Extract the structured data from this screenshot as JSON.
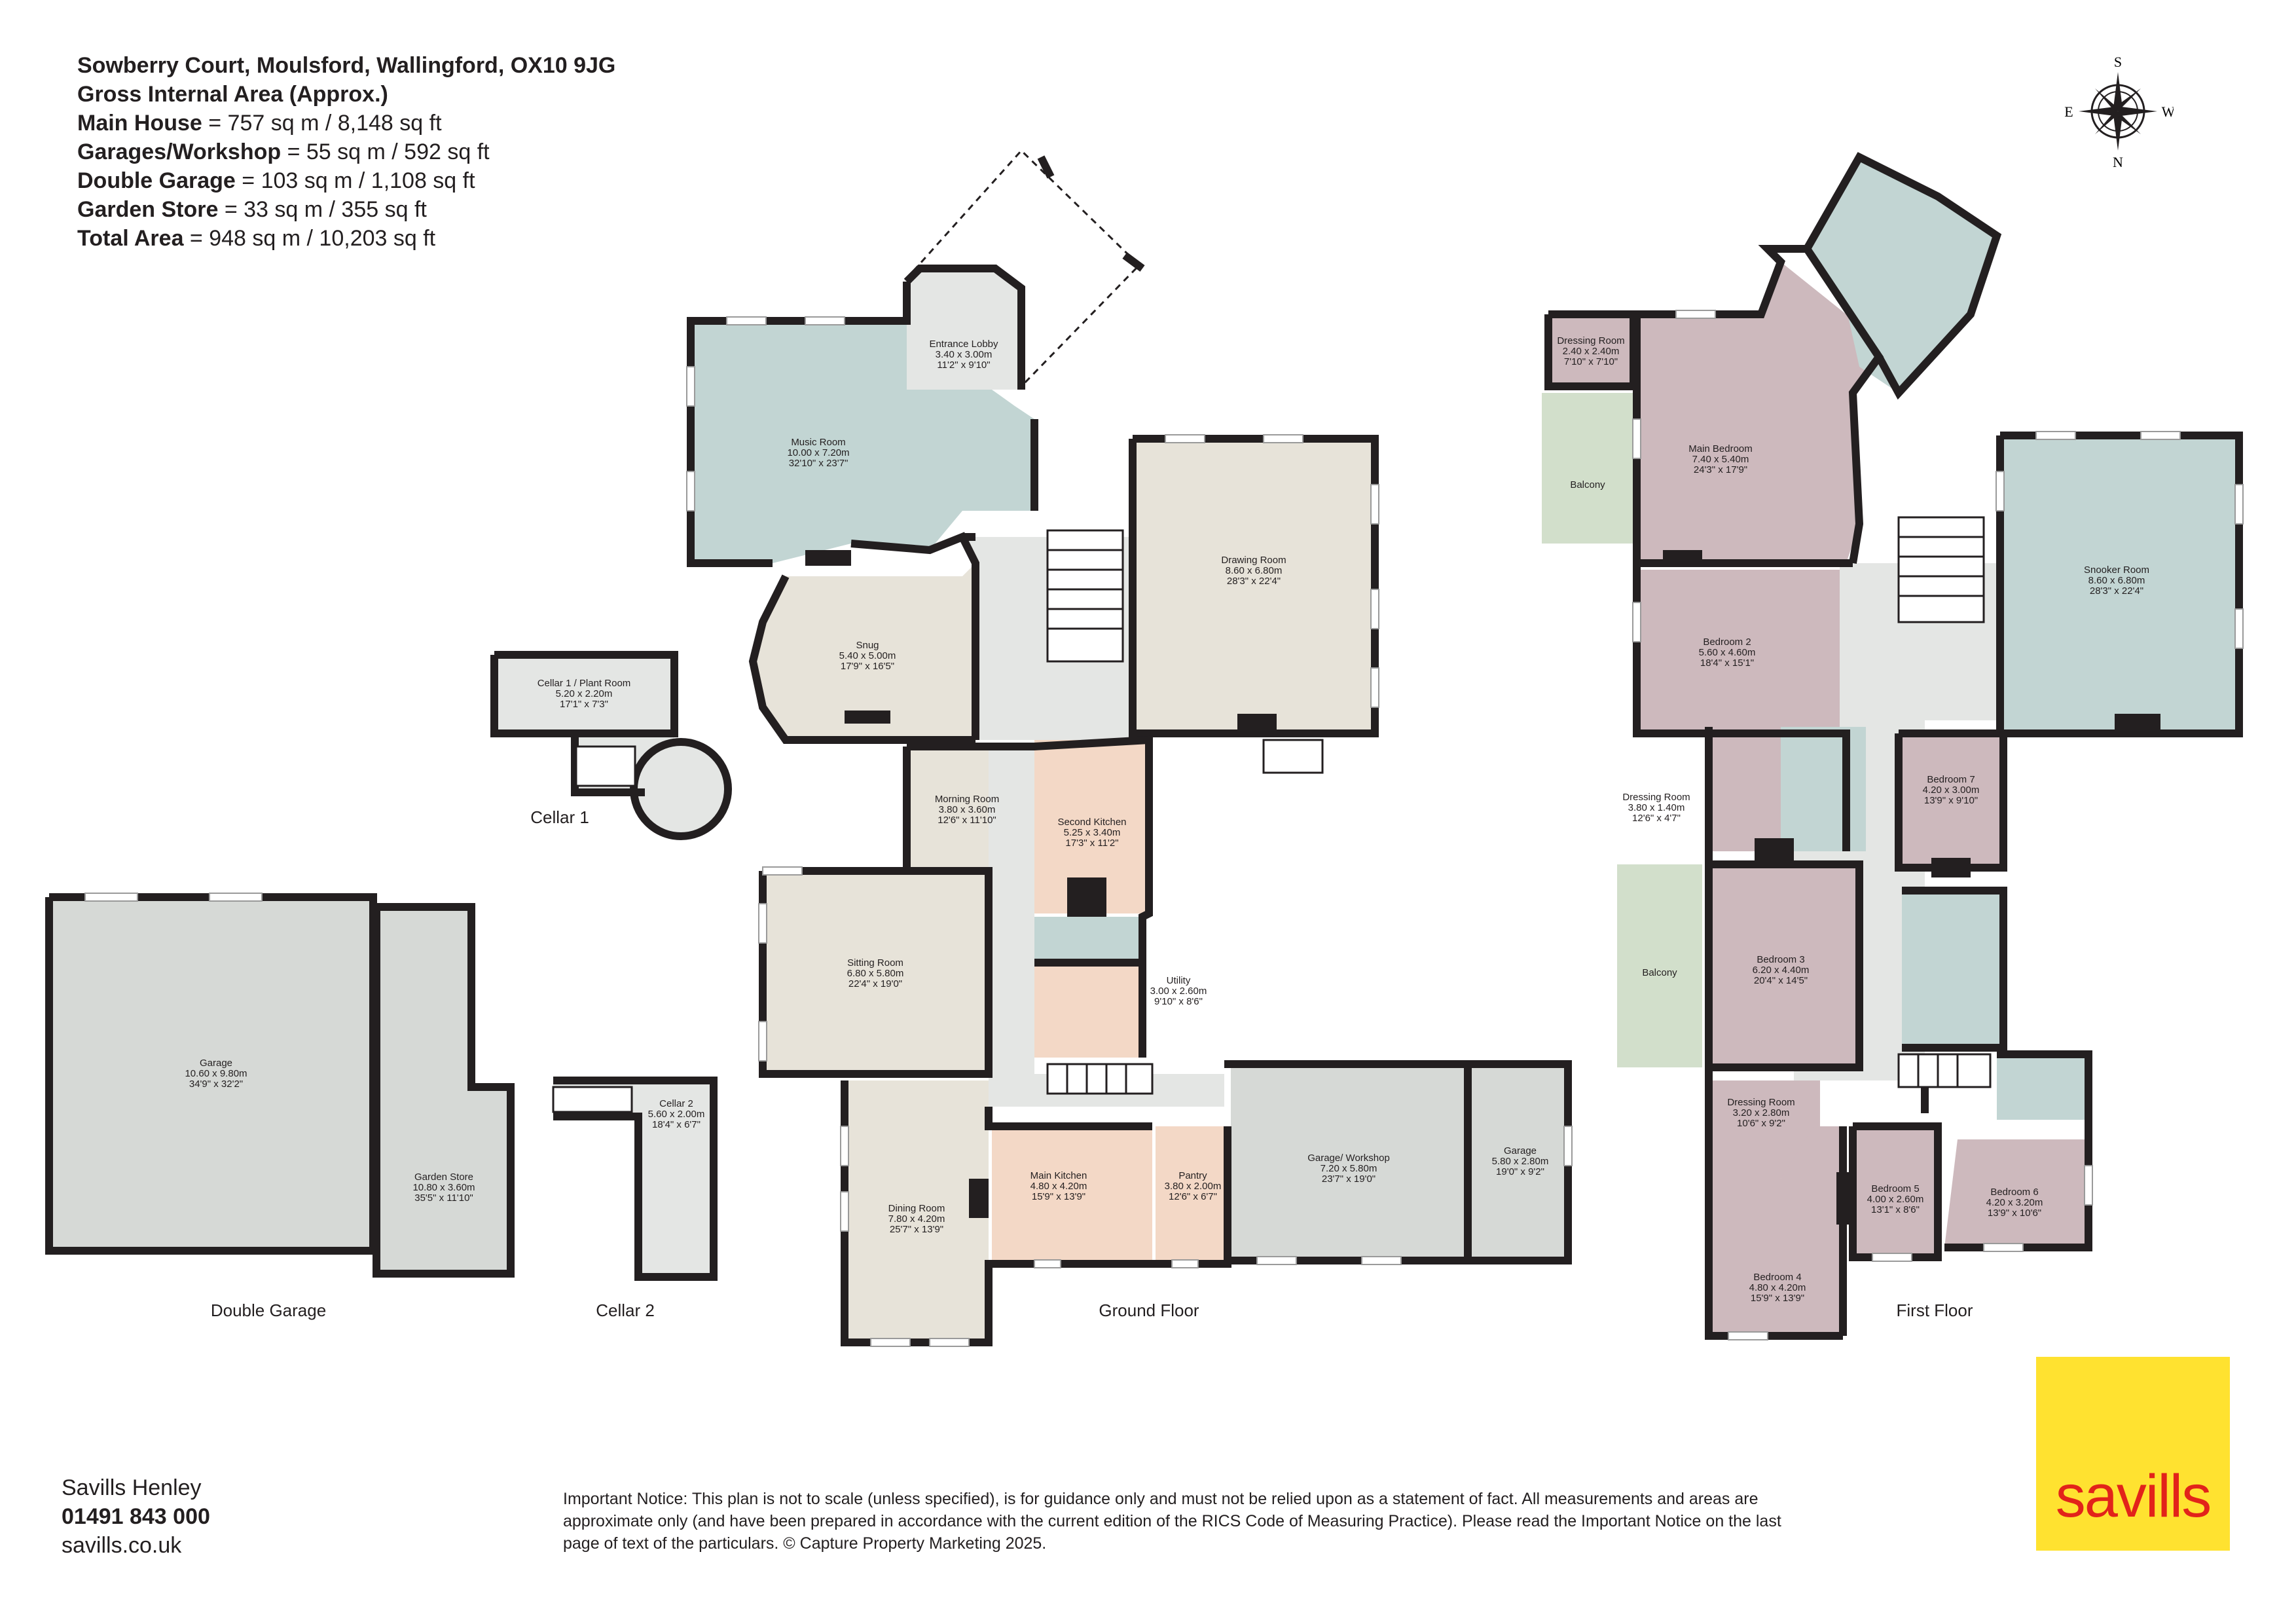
{
  "header": {
    "address": "Sowberry Court, Moulsford, Wallingford, OX10 9JG",
    "gia_title": "Gross Internal Area (Approx.)",
    "areas": [
      {
        "label": "Main House",
        "value": " = 757 sq m / 8,148 sq ft"
      },
      {
        "label": "Garages/Workshop",
        "value": " = 55 sq m / 592 sq ft"
      },
      {
        "label": "Double Garage",
        "value": " = 103 sq m / 1,108 sq ft"
      },
      {
        "label": "Garden Store",
        "value": " = 33 sq m / 355 sq ft"
      },
      {
        "label": "Total Area",
        "value": " = 948 sq m / 10,203 sq ft"
      }
    ]
  },
  "compass": {
    "n": "N",
    "s": "S",
    "e": "E",
    "w": "W"
  },
  "rooms": [
    {
      "name": "Entrance Lobby",
      "metric": "3.40 x 3.00m",
      "imperial": "11'2\" x 9'10\""
    },
    {
      "name": "Music Room",
      "metric": "10.00 x 7.20m",
      "imperial": "32'10\" x 23'7\""
    },
    {
      "name": "Drawing Room",
      "metric": "8.60 x 6.80m",
      "imperial": "28'3\" x 22'4\""
    },
    {
      "name": "Snug",
      "metric": "5.40 x 5.00m",
      "imperial": "17'9\" x 16'5\""
    },
    {
      "name": "Cellar 1 / Plant Room",
      "metric": "5.20 x 2.20m",
      "imperial": "17'1\" x 7'3\""
    },
    {
      "name": "Morning Room",
      "metric": "3.80 x 3.60m",
      "imperial": "12'6\" x 11'10\""
    },
    {
      "name": "Second Kitchen",
      "metric": "5.25 x 3.40m",
      "imperial": "17'3\" x 11'2\""
    },
    {
      "name": "Sitting Room",
      "metric": "6.80 x 5.80m",
      "imperial": "22'4\" x 19'0\""
    },
    {
      "name": "Utility",
      "metric": "3.00 x 2.60m",
      "imperial": "9'10\" x 8'6\""
    },
    {
      "name": "Garage",
      "metric": "10.60 x 9.80m",
      "imperial": "34'9\" x 32'2\""
    },
    {
      "name": "Garden Store",
      "metric": "10.80 x 3.60m",
      "imperial": "35'5\" x 11'10\""
    },
    {
      "name": "Cellar 2",
      "metric": "5.60 x 2.00m",
      "imperial": "18'4\" x 6'7\""
    },
    {
      "name": "Dining Room",
      "metric": "7.80 x 4.20m",
      "imperial": "25'7\" x 13'9\""
    },
    {
      "name": "Main Kitchen",
      "metric": "4.80 x 4.20m",
      "imperial": "15'9\" x 13'9\""
    },
    {
      "name": "Pantry",
      "metric": "3.80 x 2.00m",
      "imperial": "12'6\" x 6'7\""
    },
    {
      "name": "Garage/ Workshop",
      "metric": "7.20 x 5.80m",
      "imperial": "23'7\" x 19'0\""
    },
    {
      "name": "Garage",
      "metric": "5.80 x 2.80m",
      "imperial": "19'0\" x 9'2\""
    },
    {
      "name": "Dressing Room",
      "metric": "2.40 x 2.40m",
      "imperial": "7'10\" x 7'10\""
    },
    {
      "name": "Balcony",
      "metric": "",
      "imperial": ""
    },
    {
      "name": "Main Bedroom",
      "metric": "7.40 x 5.40m",
      "imperial": "24'3\" x 17'9\""
    },
    {
      "name": "Snooker Room",
      "metric": "8.60 x 6.80m",
      "imperial": "28'3\" x 22'4\""
    },
    {
      "name": "Bedroom 2",
      "metric": "5.60 x 4.60m",
      "imperial": "18'4\" x 15'1\""
    },
    {
      "name": "Dressing Room",
      "metric": "3.80 x 1.40m",
      "imperial": "12'6\" x 4'7\""
    },
    {
      "name": "Bedroom 7",
      "metric": "4.20 x 3.00m",
      "imperial": "13'9\" x 9'10\""
    },
    {
      "name": "Balcony",
      "metric": "",
      "imperial": ""
    },
    {
      "name": "Bedroom 3",
      "metric": "6.20 x 4.40m",
      "imperial": "20'4\" x 14'5\""
    },
    {
      "name": "Dressing Room",
      "metric": "3.20 x 2.80m",
      "imperial": "10'6\" x 9'2\""
    },
    {
      "name": "Bedroom 5",
      "metric": "4.00 x 2.60m",
      "imperial": "13'1\" x 8'6\""
    },
    {
      "name": "Bedroom 6",
      "metric": "4.20 x 3.20m",
      "imperial": "13'9\" x 10'6\""
    },
    {
      "name": "Bedroom 4",
      "metric": "4.80 x 4.20m",
      "imperial": "15'9\" x 13'9\""
    }
  ],
  "floor_labels": [
    "Cellar 1",
    "Double Garage",
    "Cellar 2",
    "Ground Floor",
    "First Floor"
  ],
  "contact": {
    "office": "Savills Henley",
    "phone": "01491 843 000",
    "web": "savills.co.uk"
  },
  "notice": "Important Notice: This plan is not to scale (unless specified), is for guidance only and must not be relied upon as a statement of fact. All measurements and areas are approximate only (and have been prepared in accordance with the current edition of the RICS Code of Measuring Practice). Please read the Important Notice on the last page of text of the particulars. © Capture Property Marketing 2025.",
  "logo": "savills",
  "colors": {
    "blue_green": "#c2d5d3",
    "beige": "#e7e3d9",
    "mauve": "#cdb9bd",
    "peach": "#f3d8c6",
    "grey": "#d6d9d6",
    "balcony": "#d2dfcb",
    "pale": "#e4e6e4",
    "logo_bg": "#ffe230",
    "logo_text": "#e2231a"
  }
}
